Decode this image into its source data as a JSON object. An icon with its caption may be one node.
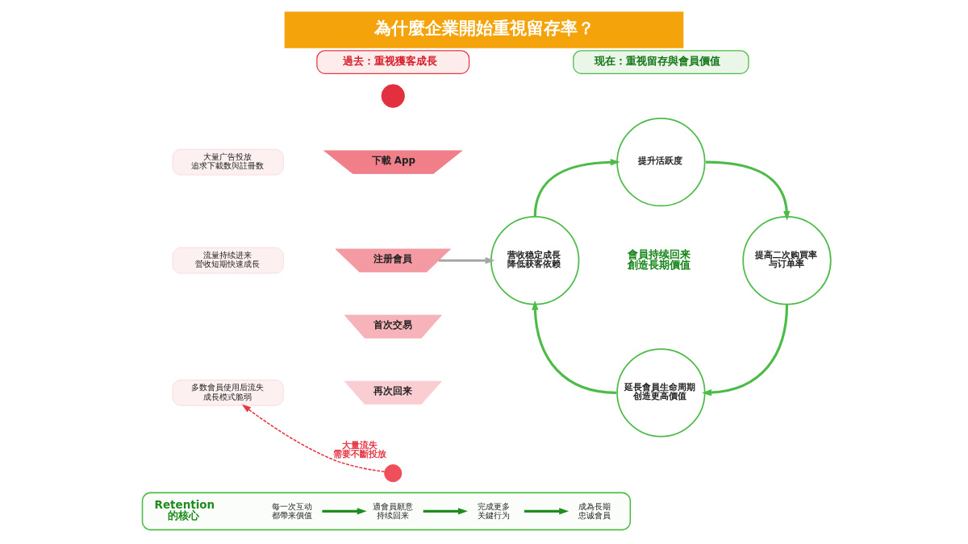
{
  "diagram": {
    "title": "為什麼企業開始重視留存率？",
    "nodes": [
      {
        "text": [
          "過去：重视獲客成長"
        ]
      },
      {
        "text": [
          "大量广告投放追求下載数與註冊数"
        ]
      },
      {
        "text": [
          "流量持续进来營收短期快速成長"
        ]
      },
      {
        "text": [
          "多数會員使用后流失成長模式脆弱"
        ]
      },
      {
        "text": [],
        "shape": "person"
      },
      {
        "text": [
          "下載 App"
        ]
      },
      {
        "text": [
          "注册會員"
        ]
      },
      {
        "text": [
          "首次交易"
        ]
      },
      {
        "text": [
          "再次回来"
        ]
      },
      {
        "text": [],
        "shape": "person"
      },
      {
        "text": [
          "现在：重视留存與會員價值"
        ]
      },
      {
        "text": [
          "提升活跃度"
        ]
      },
      {
        "text": [
          "营收稳定成長降低获客依赖"
        ]
      },
      {
        "text": [
          "提高二次购買率与订单率"
        ]
      },
      {
        "text": [
          "延長會員生命周期创造更高價值"
        ]
      },
      {
        "text": [],
        "shape": "box"
      },
      {
        "text": [
          "Retention 的核心"
        ],
        "in": 15
      },
      {
        "text": [
          "每一次互动都帶来價值"
        ],
        "in": 15
      },
      {
        "text": [
          "適會員願意持续回来"
        ],
        "in": 15
      },
      {
        "text": [
          "完成更多关鍵行为"
        ],
        "in": 15
      },
      {
        "text": [
          "成為長期忠诚會員"
        ],
        "in": 15
      }
    ],
    "edges": [
      {
        "from": 9,
        "to": 3,
        "arrow": "to",
        "label": "大量流失需要不斷投放",
        "style": "dashed",
        "color": "#e53945"
      },
      {
        "from": 6,
        "to": 12,
        "arrow": "to",
        "color": "#a6a6a6"
      },
      {
        "from": 11,
        "to": 13,
        "arrow": "to",
        "color": "#4cbb47"
      },
      {
        "from": 13,
        "to": 14,
        "arrow": "to",
        "color": "#4cbb47"
      },
      {
        "from": 14,
        "to": 12,
        "arrow": "to",
        "color": "#4cbb47"
      },
      {
        "from": 12,
        "to": 11,
        "arrow": "to",
        "color": "#4cbb47"
      },
      {
        "from": 17,
        "to": 18,
        "arrow": "to"
      },
      {
        "from": 18,
        "to": 19,
        "arrow": "to"
      },
      {
        "from": 19,
        "to": 20,
        "arrow": "to"
      }
    ],
    "labels": [
      "會員持续回来創造長期價值"
    ]
  }
}
